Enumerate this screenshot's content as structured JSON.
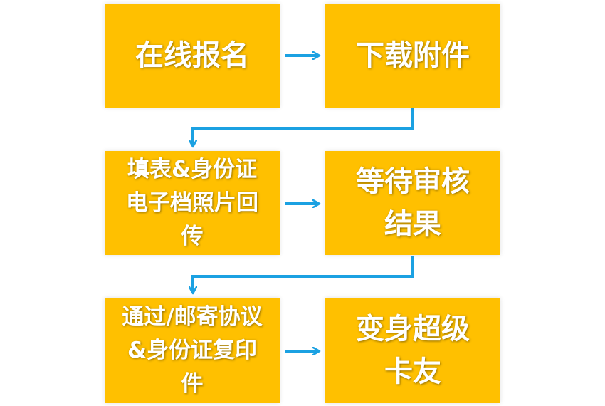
{
  "flow": {
    "colors": {
      "box_fill": "#FFC000",
      "arrow": "#1BA1E2",
      "text": "#FFFFFF"
    },
    "steps": [
      {
        "label": "在线报名"
      },
      {
        "label": "下载附件"
      },
      {
        "label": "填表&身份证\n电子档照片回\n传"
      },
      {
        "label": "等待审核\n结果"
      },
      {
        "label": "通过/邮寄协议\n&身份证复印\n件"
      },
      {
        "label": "变身超级\n卡友"
      }
    ]
  }
}
